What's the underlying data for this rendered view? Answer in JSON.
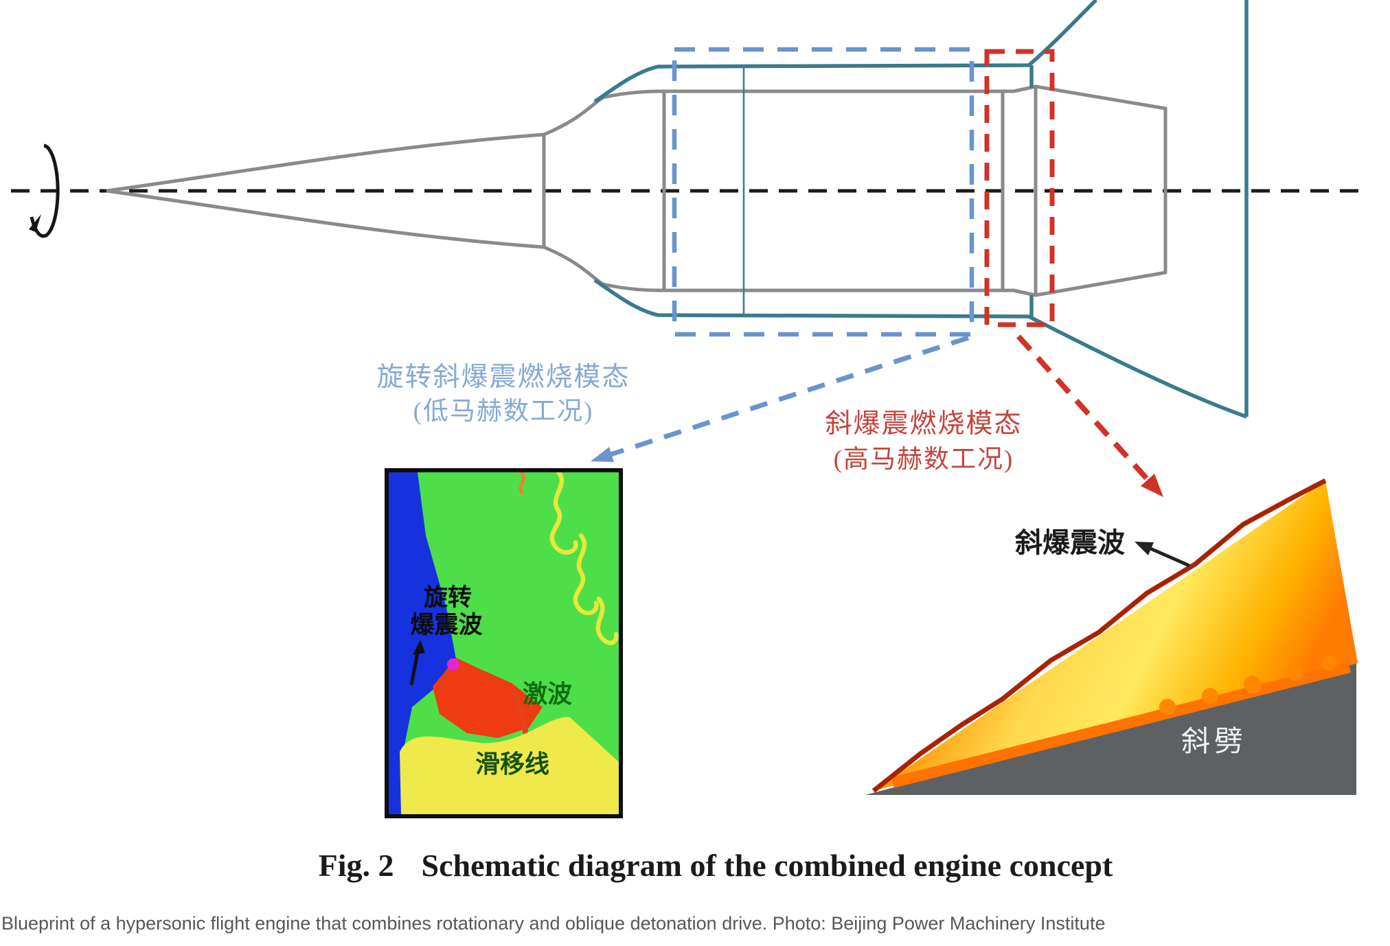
{
  "figure": {
    "mode_labels": {
      "low_mach": {
        "line1": "旋转斜爆震燃烧模态",
        "line2": "(低马赫数工况)",
        "color": "#84a9d6"
      },
      "high_mach": {
        "line1": "斜爆震燃烧模态",
        "line2": "(高马赫数工况)",
        "color": "#c5433e"
      }
    },
    "inset_rotating": {
      "wave_line1": "旋转",
      "wave_line2": "爆震波",
      "shock": "激波",
      "slip_line": "滑移线"
    },
    "inset_oblique": {
      "wave": "斜爆震波",
      "wedge": "斜劈"
    },
    "caption": {
      "fig_label": "Fig. 2",
      "title": "Schematic diagram of the combined engine concept"
    },
    "credit": "Blueprint of a hypersonic flight engine that combines rotationary and oblique detonation drive. Photo: Beijing Power Machinery Institute",
    "colors": {
      "outline_gray": "#8a8a8a",
      "cowl_teal": "#3a7a8c",
      "centerline_black": "#1a1a1a",
      "low_mach_blue": "#84a9d6",
      "high_mach_red": "#c5433e",
      "cfd_green": "#4ede49",
      "cfd_blue": "#1632de",
      "cfd_yellow": "#efe94c",
      "cfd_red": "#ee3b12",
      "flame_yellow": "#ffe95a",
      "flame_orange": "#ff8c00",
      "wedge_gray": "#5e6164"
    }
  }
}
